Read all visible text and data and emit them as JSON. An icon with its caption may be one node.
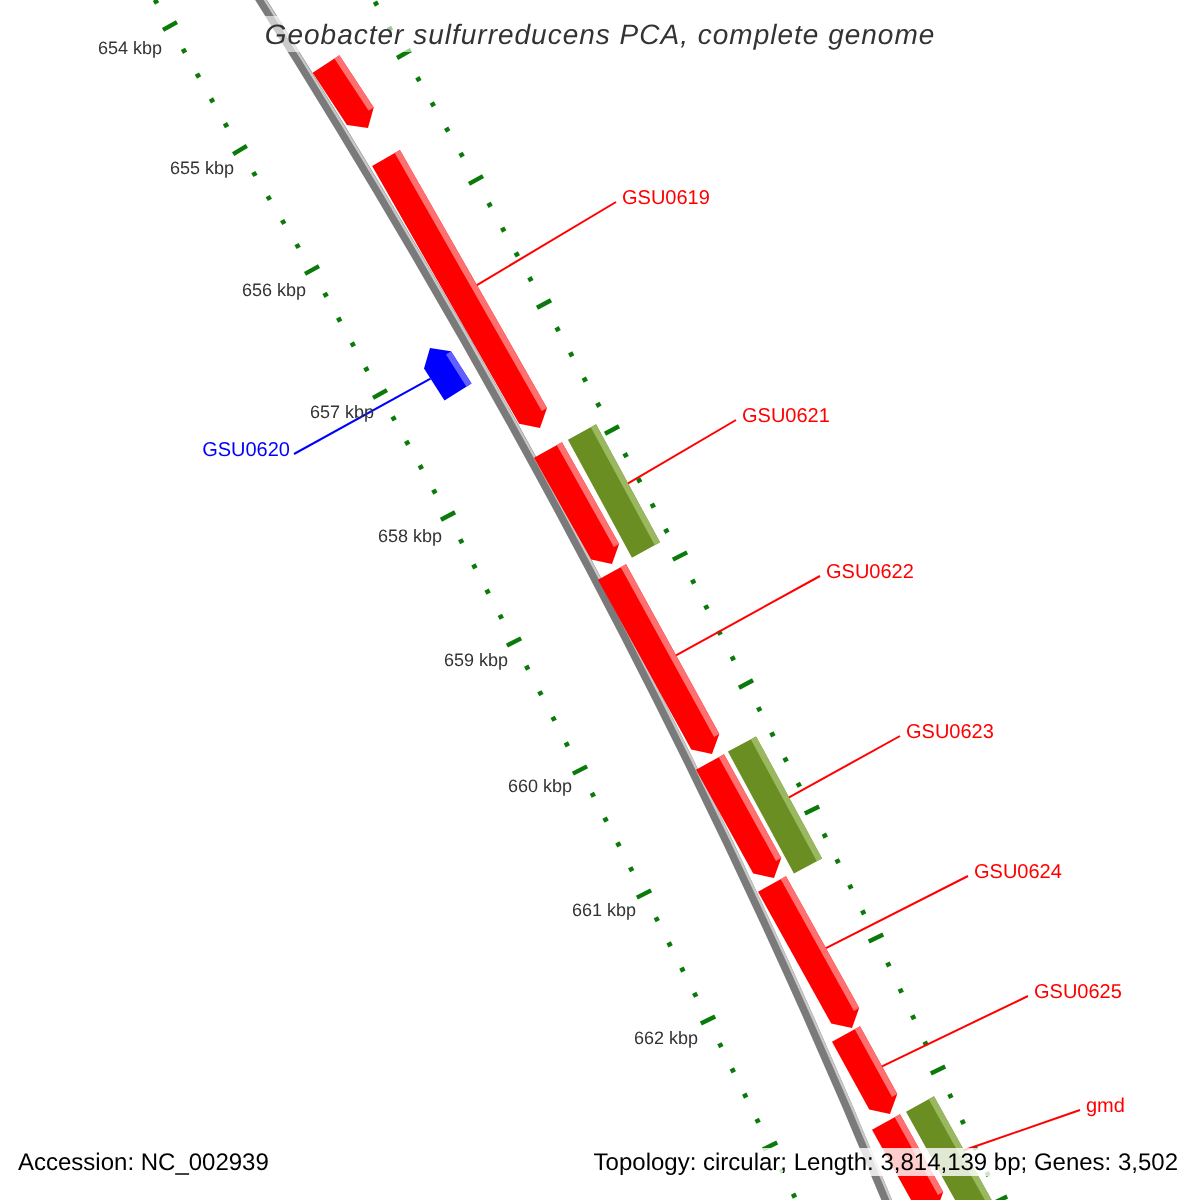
{
  "diagram": {
    "title": "Geobacter sulfurreducens PCA, complete genome",
    "nodes": [
      {
        "text": [],
        "shape": "pentagon"
      },
      {
        "text": [],
        "shape": "pentagon"
      },
      {
        "text": [
          "GSU0619"
        ]
      },
      {
        "text": [],
        "shape": "pentagon"
      },
      {
        "text": [
          "GSU0620"
        ]
      },
      {
        "text": [],
        "shape": "bar"
      },
      {
        "text": [
          "GSU0621"
        ]
      },
      {
        "text": [],
        "shape": "pentagon"
      },
      {
        "text": [],
        "shape": "pentagon"
      },
      {
        "text": [
          "GSU0622"
        ]
      },
      {
        "text": [],
        "shape": "bar"
      },
      {
        "text": [
          "GSU0623"
        ]
      },
      {
        "text": [],
        "shape": "pentagon"
      },
      {
        "text": [],
        "shape": "pentagon"
      },
      {
        "text": [
          "GSU0624"
        ]
      },
      {
        "text": [],
        "shape": "pentagon"
      },
      {
        "text": [
          "GSU0625"
        ]
      },
      {
        "text": [],
        "shape": "bar"
      },
      {
        "text": [
          "gmd"
        ]
      },
      {
        "text": [],
        "shape": "pentagon"
      }
    ],
    "edges": [
      {
        "from": 2,
        "to": 1,
        "arrow": "none"
      },
      {
        "from": 4,
        "to": 3,
        "arrow": "none",
        "color": "#0000ff"
      },
      {
        "from": 6,
        "to": 5,
        "arrow": "none"
      },
      {
        "from": 9,
        "to": 8,
        "arrow": "none"
      },
      {
        "from": 11,
        "to": 10,
        "arrow": "none"
      },
      {
        "from": 14,
        "to": 13,
        "arrow": "none"
      },
      {
        "from": 16,
        "to": 15,
        "arrow": "none"
      },
      {
        "from": 18,
        "to": 17,
        "arrow": "none"
      }
    ],
    "labels": [
      "654 kbp",
      "655 kbp",
      "656 kbp",
      "657 kbp",
      "658 kbp",
      "659 kbp",
      "660 kbp",
      "661 kbp",
      "662 kbp",
      "Accession: NC_002939",
      "Topology: circular; Length: 3,814,139 bp; Genes: 3,502"
    ]
  }
}
